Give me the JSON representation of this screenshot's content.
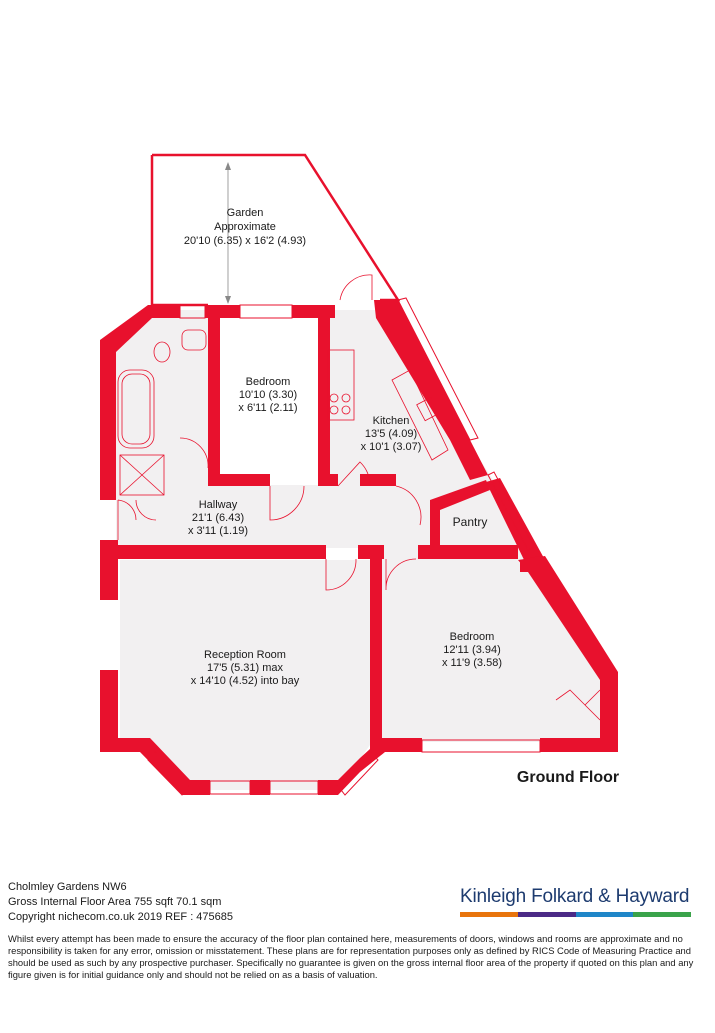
{
  "colors": {
    "wall": "#e8112d",
    "floor": "#f2f0f1",
    "line": "#e8112d",
    "brand_text": "#1d3b6f",
    "brand_bar": [
      "#e8740c",
      "#4b2a86",
      "#1f86c8",
      "#3aa34a"
    ]
  },
  "rooms": {
    "garden": {
      "name": "Garden",
      "line2": "Approximate",
      "dims": "20'10 (6.35) x 16'2 (4.93)"
    },
    "bedroom1": {
      "name": "Bedroom",
      "dims1": "10'10 (3.30)",
      "dims2": "x 6'11 (2.11)"
    },
    "kitchen": {
      "name": "Kitchen",
      "dims1": "13'5 (4.09)",
      "dims2": "x 10'1 (3.07)"
    },
    "hallway": {
      "name": "Hallway",
      "dims1": "21'1 (6.43)",
      "dims2": "x 3'11 (1.19)"
    },
    "pantry": {
      "name": "Pantry"
    },
    "reception": {
      "name": "Reception Room",
      "dims1": "17'5 (5.31) max",
      "dims2": "x 14'10 (4.52) into bay"
    },
    "bedroom2": {
      "name": "Bedroom",
      "dims1": "12'11 (3.94)",
      "dims2": "x 11'9 (3.58)"
    }
  },
  "floor_label": "Ground Floor",
  "footer": {
    "address": "Cholmley Gardens NW6",
    "area": "Gross Internal Floor Area 755 sqft 70.1 sqm",
    "copyright": "Copyright nichecom.co.uk 2019 REF : 475685"
  },
  "brand": {
    "name": "Kinleigh Folkard & Hayward"
  },
  "disclaimer": "Whilst every attempt has been made to ensure the accuracy of the floor plan contained here, measurements of doors, windows and rooms are approximate and no responsibility is taken for any error, omission or misstatement.  These plans are for representation purposes only as defined by RICS Code of Measuring Practice and should be used as such by any prospective purchaser.  Specifically no guarantee is given on the gross internal floor area of the property if quoted on this plan and any figure given is for initial guidance only and should not be relied on as a basis of valuation."
}
